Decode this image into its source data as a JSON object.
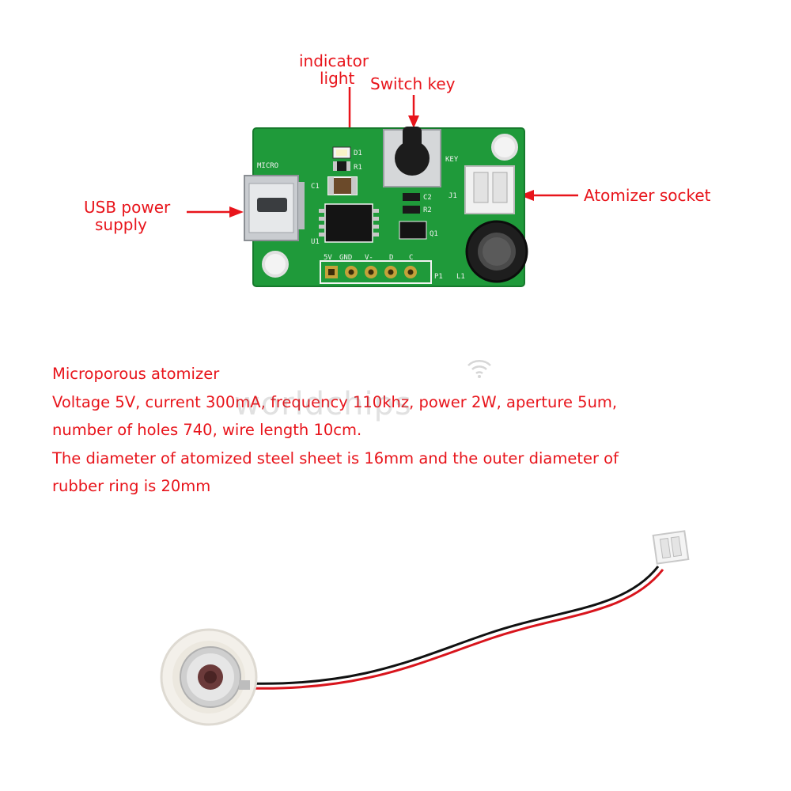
{
  "labels": {
    "indicator_light": [
      "indicator",
      "light"
    ],
    "switch_key": "Switch key",
    "usb_power_supply": [
      "USB power",
      "supply"
    ],
    "atomizer_socket": "Atomizer socket"
  },
  "pcb": {
    "silkscreen": {
      "micro": "MICRO",
      "key": "KEY",
      "d1": "D1",
      "r1": "R1",
      "c1": "C1",
      "c2": "C2",
      "r2": "R2",
      "j1": "J1",
      "q1": "Q1",
      "u1": "U1",
      "p1": "P1",
      "l1": "L1",
      "pin_5v": "5V",
      "pin_gnd": "GND",
      "pin_v": "V-",
      "pin_d": "D",
      "pin_c": "C"
    }
  },
  "description": {
    "lines": [
      "Microporous atomizer",
      "Voltage 5V, current 300mA, frequency 110khz, power 2W, aperture 5um,",
      "number of holes 740, wire length 10cm.",
      "The diameter of atomized steel sheet is 16mm and the outer diameter of",
      "rubber ring is 20mm"
    ]
  },
  "watermark": "worldchips",
  "colors": {
    "label_red": "#e8141b",
    "pcb_green": "#1f9a3a",
    "silkscreen": "#f2f2f2",
    "wire_red": "#d8141c",
    "wire_black": "#111111"
  }
}
